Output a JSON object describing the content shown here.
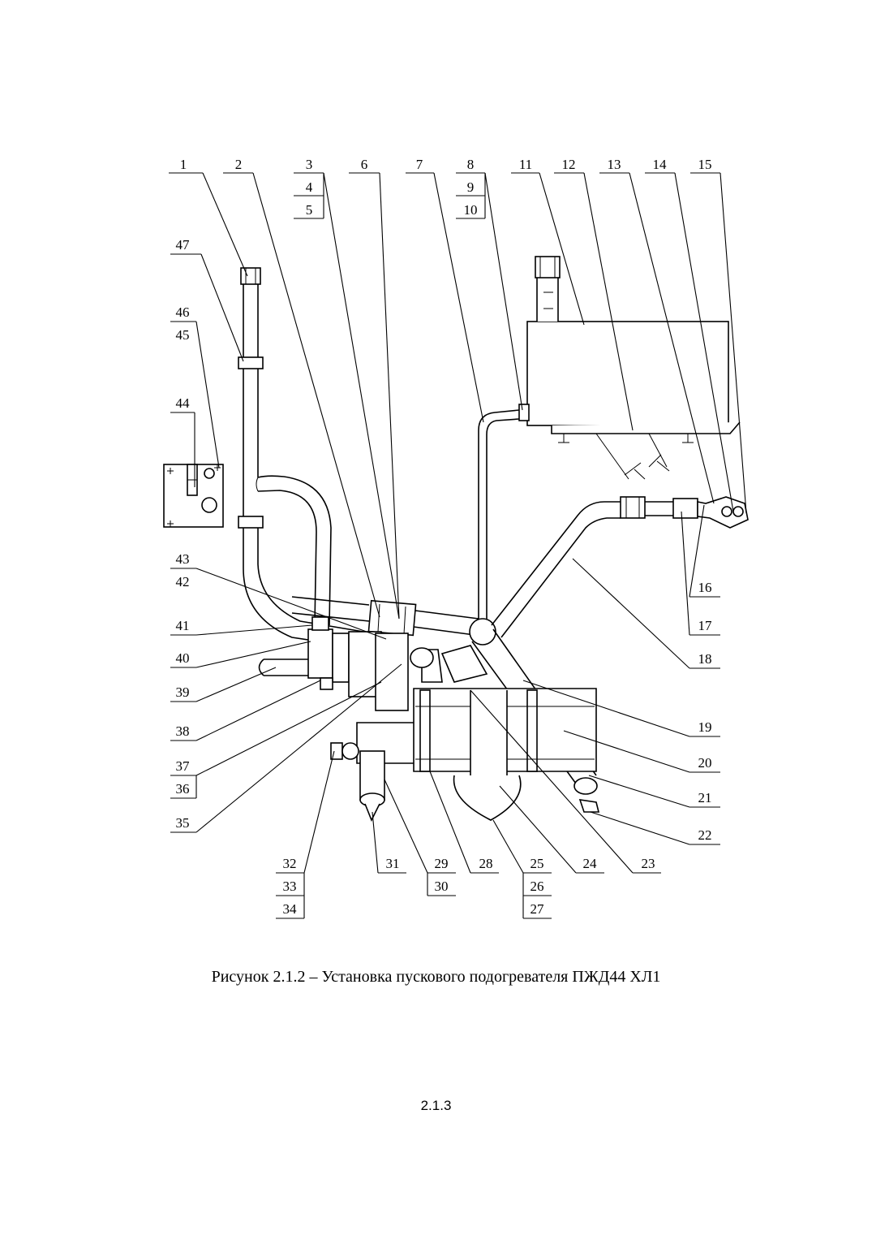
{
  "figure": {
    "caption": "Рисунок 2.1.2 – Установка пускового подогревателя ПЖД44 ХЛ1",
    "page_number": "2.1.3"
  },
  "callouts": [
    "1",
    "2",
    "3",
    "4",
    "5",
    "6",
    "7",
    "8",
    "9",
    "10",
    "11",
    "12",
    "13",
    "14",
    "15",
    "16",
    "17",
    "18",
    "19",
    "20",
    "21",
    "22",
    "23",
    "24",
    "25",
    "26",
    "27",
    "28",
    "29",
    "30",
    "31",
    "32",
    "33",
    "34",
    "35",
    "36",
    "37",
    "38",
    "39",
    "40",
    "41",
    "42",
    "43",
    "44",
    "45",
    "46",
    "47"
  ]
}
